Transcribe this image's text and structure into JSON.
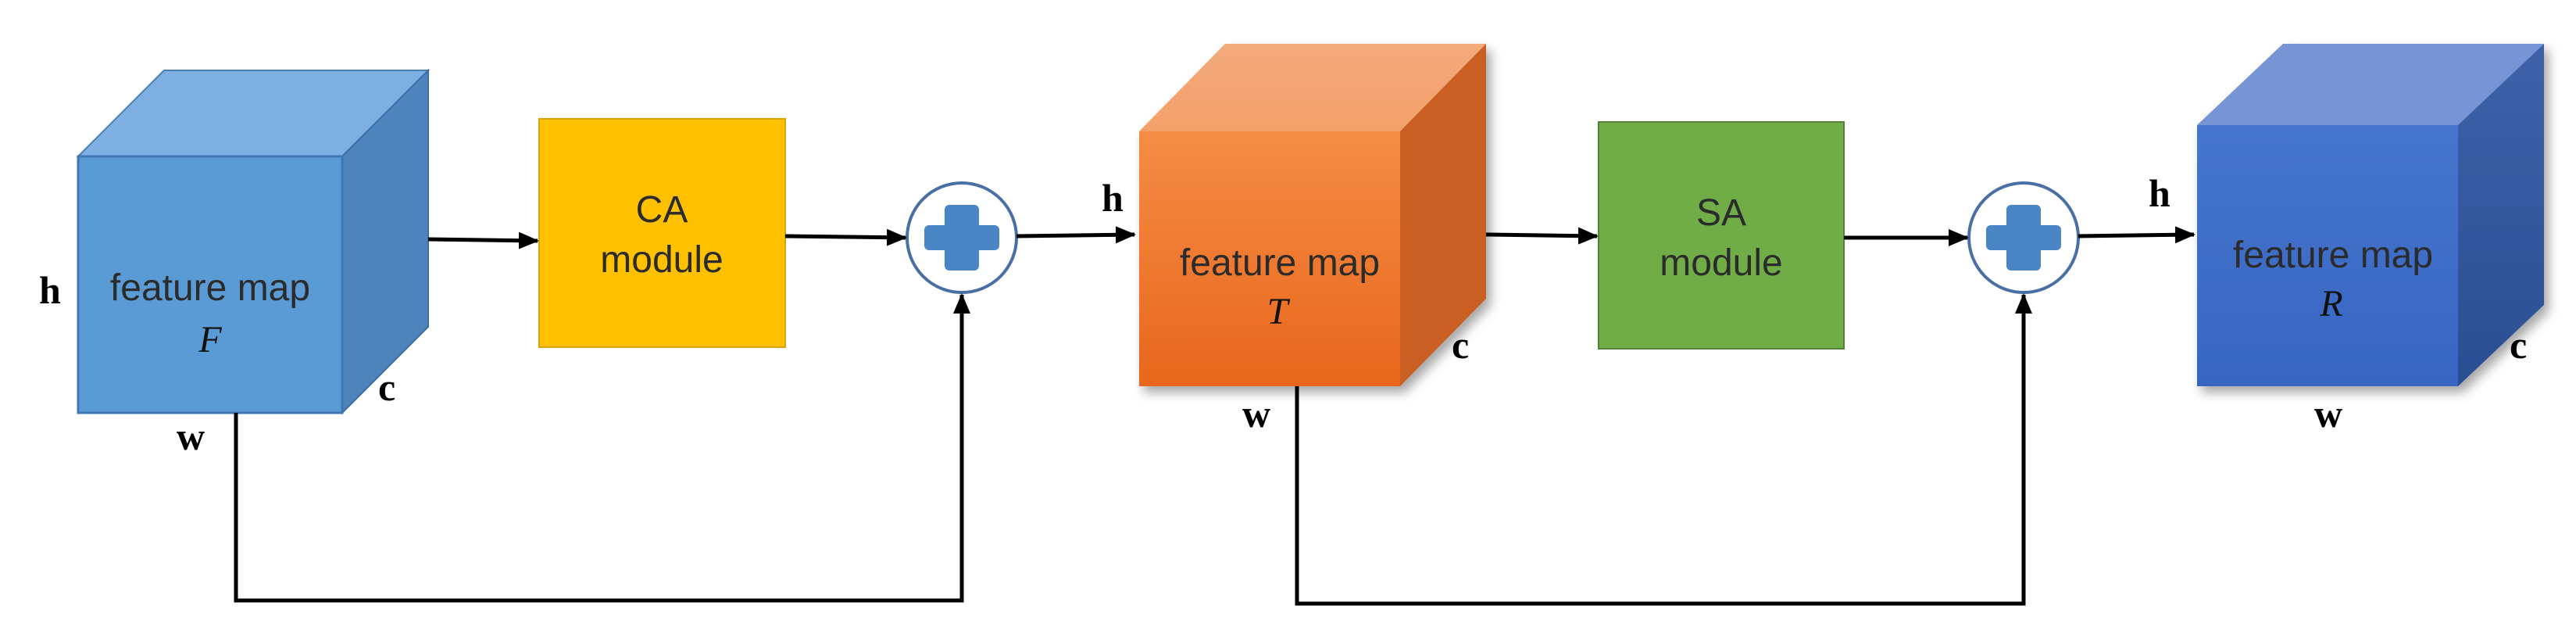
{
  "feature_maps": [
    {
      "line1": "feature map",
      "symbol": "F",
      "height_label": "h",
      "width_label": "w",
      "channel_label": "c"
    },
    {
      "line1": "feature map",
      "symbol": "T",
      "height_label": "h",
      "width_label": "w",
      "channel_label": "c"
    },
    {
      "line1": "feature map",
      "symbol": "R",
      "height_label": "h",
      "width_label": "w",
      "channel_label": "c"
    }
  ],
  "modules": [
    {
      "line1": "CA",
      "line2": "module",
      "color": "#FFC000"
    },
    {
      "line1": "SA",
      "line2": "module",
      "color": "#70AD47"
    }
  ],
  "operators": [
    {
      "icon": "plus-icon"
    },
    {
      "icon": "plus-icon"
    }
  ],
  "colors": {
    "cube_f": "#5B9BD5",
    "cube_t": "#F07F2F",
    "cube_r": "#4472C4",
    "operator_plus": "#4A86C5",
    "operator_ring": "#4A6FA5"
  }
}
